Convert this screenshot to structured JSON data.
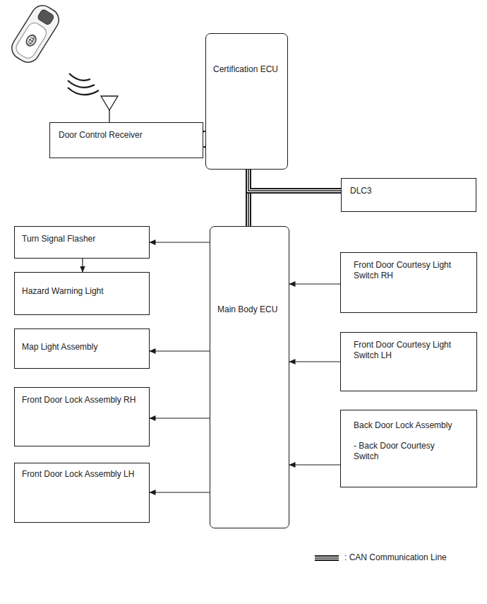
{
  "diagram": {
    "nodes": [
      {
        "text": [
          "Certification ECU"
        ]
      },
      {
        "text": [
          "Door Control Receiver"
        ]
      },
      {
        "text": [
          "DLC3"
        ]
      },
      {
        "text": [
          "Turn Signal Flasher"
        ]
      },
      {
        "text": [
          "Hazard Warning Light"
        ]
      },
      {
        "text": [
          "Main Body ECU"
        ]
      },
      {
        "text": [
          "Front Door Courtesy Light Switch RH"
        ]
      },
      {
        "text": [
          "Map Light Assembly"
        ]
      },
      {
        "text": [
          "Front Door Courtesy Light Switch LH"
        ]
      },
      {
        "text": [
          "Front Door Lock Assembly RH"
        ]
      },
      {
        "text": [
          "Back Door Lock Assembly",
          "- Back Door Courtesy Switch"
        ]
      },
      {
        "text": [
          "Front Door Lock Assembly LH"
        ]
      }
    ],
    "edges": [
      {
        "from": 1,
        "to": 0,
        "arrow": "to"
      },
      {
        "from": 0,
        "to": 1,
        "arrow": "to"
      },
      {
        "from": 0,
        "to": 5,
        "arrow": "none"
      },
      {
        "from": 0,
        "to": 2,
        "arrow": "none"
      },
      {
        "from": 5,
        "to": 3,
        "arrow": "to"
      },
      {
        "from": 3,
        "to": 4,
        "arrow": "to"
      },
      {
        "from": 5,
        "to": 7,
        "arrow": "to"
      },
      {
        "from": 5,
        "to": 9,
        "arrow": "to"
      },
      {
        "from": 5,
        "to": 11,
        "arrow": "to"
      },
      {
        "from": 6,
        "to": 5,
        "arrow": "to"
      },
      {
        "from": 8,
        "to": 5,
        "arrow": "to"
      },
      {
        "from": 10,
        "to": 5,
        "arrow": "to"
      }
    ],
    "legend": [
      {
        "text": ": CAN Communication Line"
      }
    ]
  }
}
